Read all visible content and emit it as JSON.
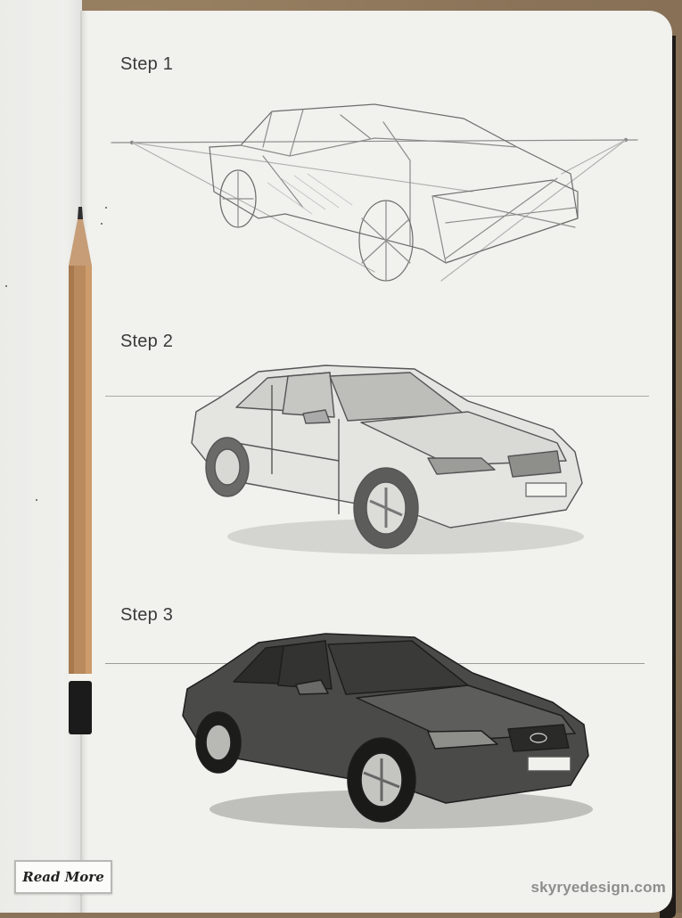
{
  "steps": [
    {
      "label": "Step 1",
      "description": "Perspective construction lines and box outline of sedan"
    },
    {
      "label": "Step 2",
      "description": "Refined pencil sketch with details and light shading"
    },
    {
      "label": "Step 3",
      "description": "Fully shaded realistic sedan drawing"
    }
  ],
  "button": {
    "read_more": "Read More"
  },
  "watermark": "skyryedesign.com",
  "colors": {
    "desk": "#8a7358",
    "paper": "#f1f1ee",
    "graphite_light": "#9a9a98",
    "graphite_dark": "#2e2e2e",
    "pencil_wood": "#b98a5e",
    "watermark": "#8e8e8c"
  }
}
